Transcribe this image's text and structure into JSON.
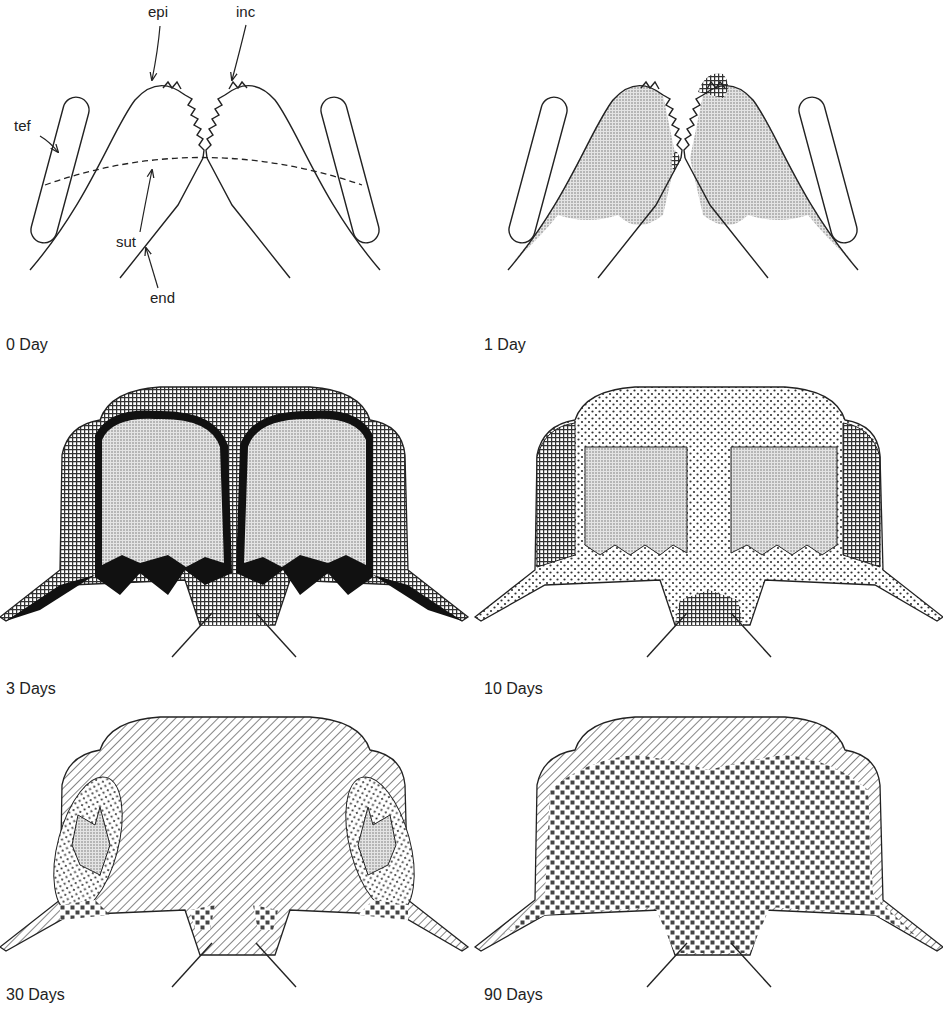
{
  "diagram": {
    "labels": [
      "epi",
      "inc",
      "tef",
      "sut",
      "end",
      "0 Day",
      "1 Day",
      "3 Days",
      "10 Days",
      "30 Days",
      "90 Days"
    ]
  }
}
